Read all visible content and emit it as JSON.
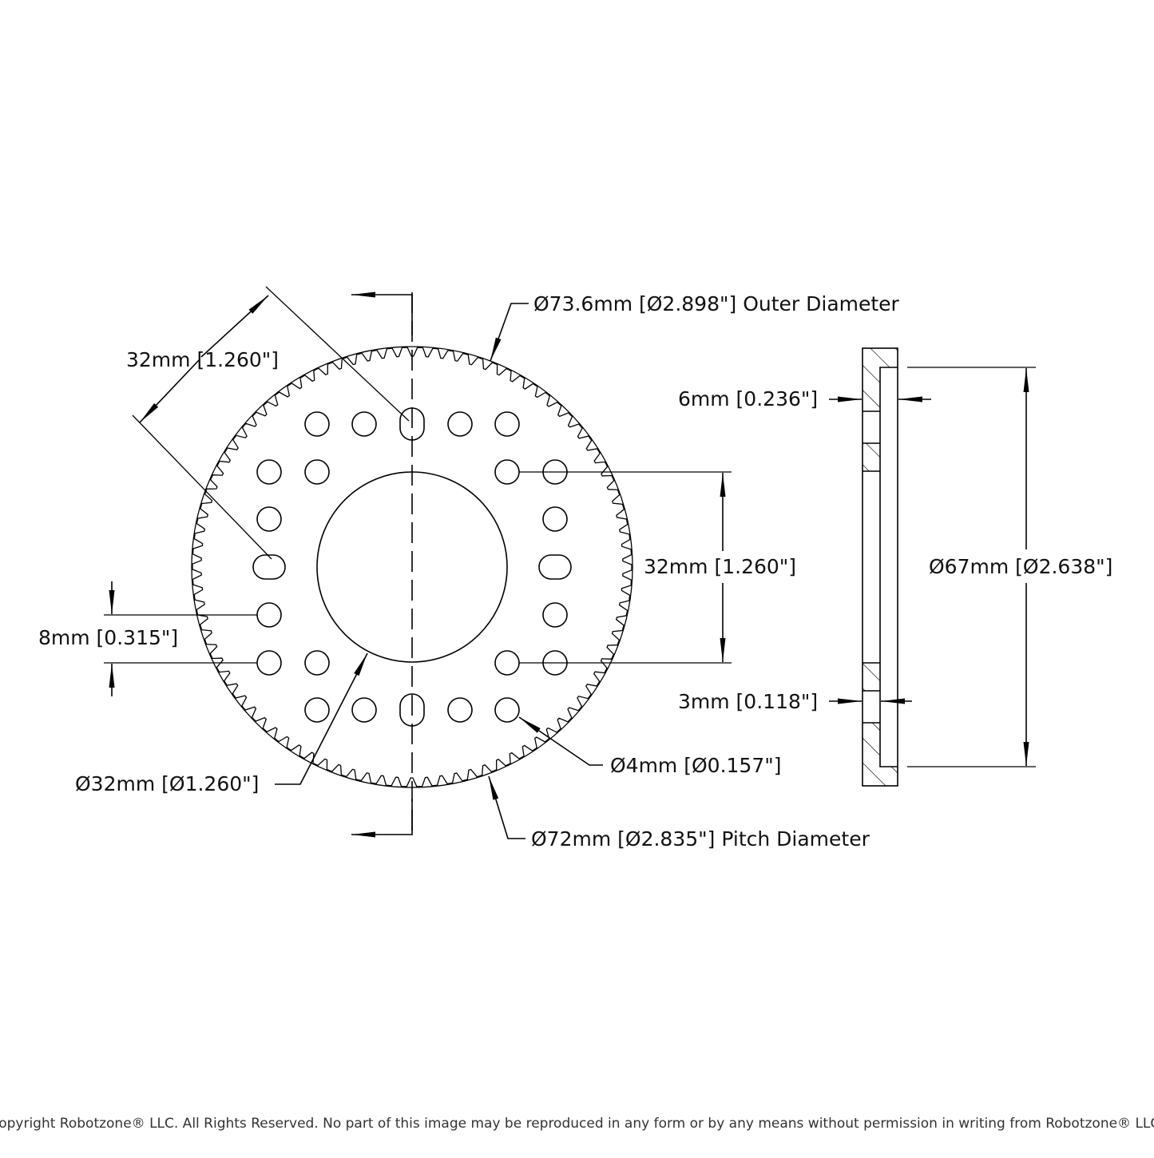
{
  "dimensions": {
    "outer_diameter": "Ø73.6mm [Ø2.898\"] Outer Diameter",
    "diag_spacing": "32mm [1.260\"]",
    "hole_spacing_vertical": "32mm [1.260\"]",
    "slot_spacing": "8mm [0.315\"]",
    "bore_diameter": "Ø32mm [Ø1.260\"]",
    "hole_diameter": "Ø4mm [Ø0.157\"]",
    "pitch_diameter": "Ø72mm [Ø2.835\"] Pitch Diameter",
    "thickness": "6mm [0.236\"]",
    "hub_diameter": "Ø67mm [Ø2.638\"]",
    "recess_depth": "3mm [0.118\"]"
  },
  "gear": {
    "tooth_count": 90
  },
  "footer": "Copyright Robotzone® LLC.  All Rights Reserved. No part of this image may be reproduced in any form or by any means without permission in writing from Robotzone® LLC."
}
